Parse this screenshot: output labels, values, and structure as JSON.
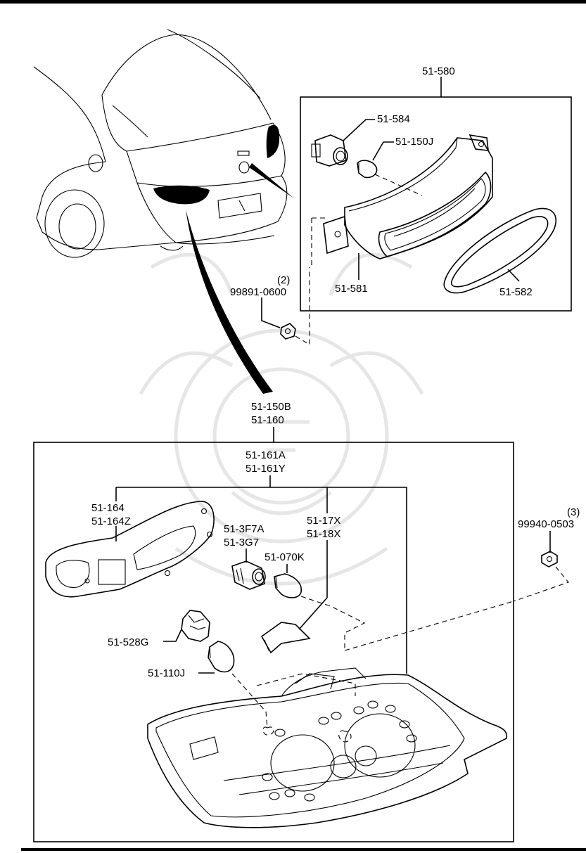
{
  "labels": {
    "housing_assembly": "51-580",
    "socket": "51-584",
    "bulb_small": "51-150J",
    "housing": "51-581",
    "gasket": "51-582",
    "nut_top_qty": "(2)",
    "nut_top": "99891-0600",
    "lamp_assy_a": "51-150B",
    "lamp_assy_b": "51-160",
    "lamp_set_a": "51-161A",
    "lamp_set_b": "51-161Y",
    "gasket_rear_a": "51-164",
    "gasket_rear_b": "51-164Z",
    "socket_a": "51-3F7A",
    "socket_b": "51-3G7",
    "bulb_wedge": "51-070K",
    "lens_a": "51-17X",
    "lens_b": "51-18X",
    "socket_g": "51-528G",
    "bulb_large": "51-110J",
    "nut_side_qty": "(3)",
    "nut_side": "99940-0503"
  },
  "colors": {
    "ink": "#000000",
    "background": "#ffffff",
    "watermark": "#e6e6e6"
  }
}
